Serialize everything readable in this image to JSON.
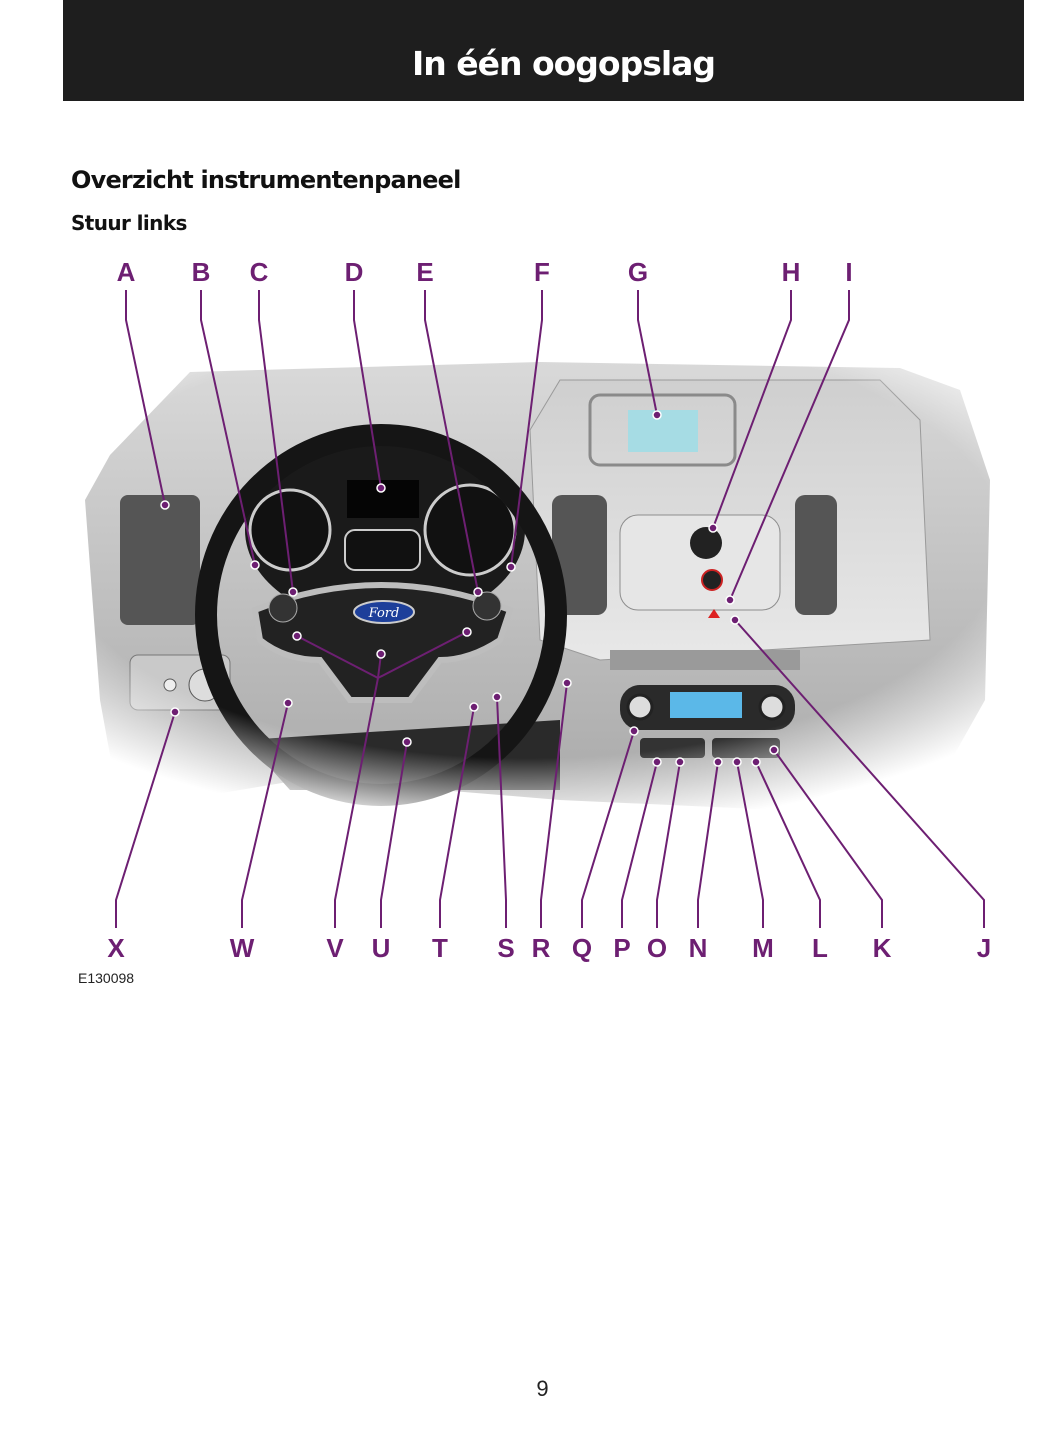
{
  "header": {
    "title": "In één oogopslag"
  },
  "section": {
    "title": "Overzicht instrumentenpaneel",
    "subtitle": "Stuur links"
  },
  "figure": {
    "id": "E130098",
    "brand_badge": "Ford",
    "callout_color": "#6d1f72",
    "top_labels": [
      "A",
      "B",
      "C",
      "D",
      "E",
      "F",
      "G",
      "H",
      "I"
    ],
    "bottom_labels": [
      "X",
      "W",
      "V",
      "U",
      "T",
      "S",
      "R",
      "Q",
      "P",
      "O",
      "N",
      "M",
      "L",
      "K",
      "J"
    ]
  },
  "footer": {
    "page_number": "9"
  }
}
